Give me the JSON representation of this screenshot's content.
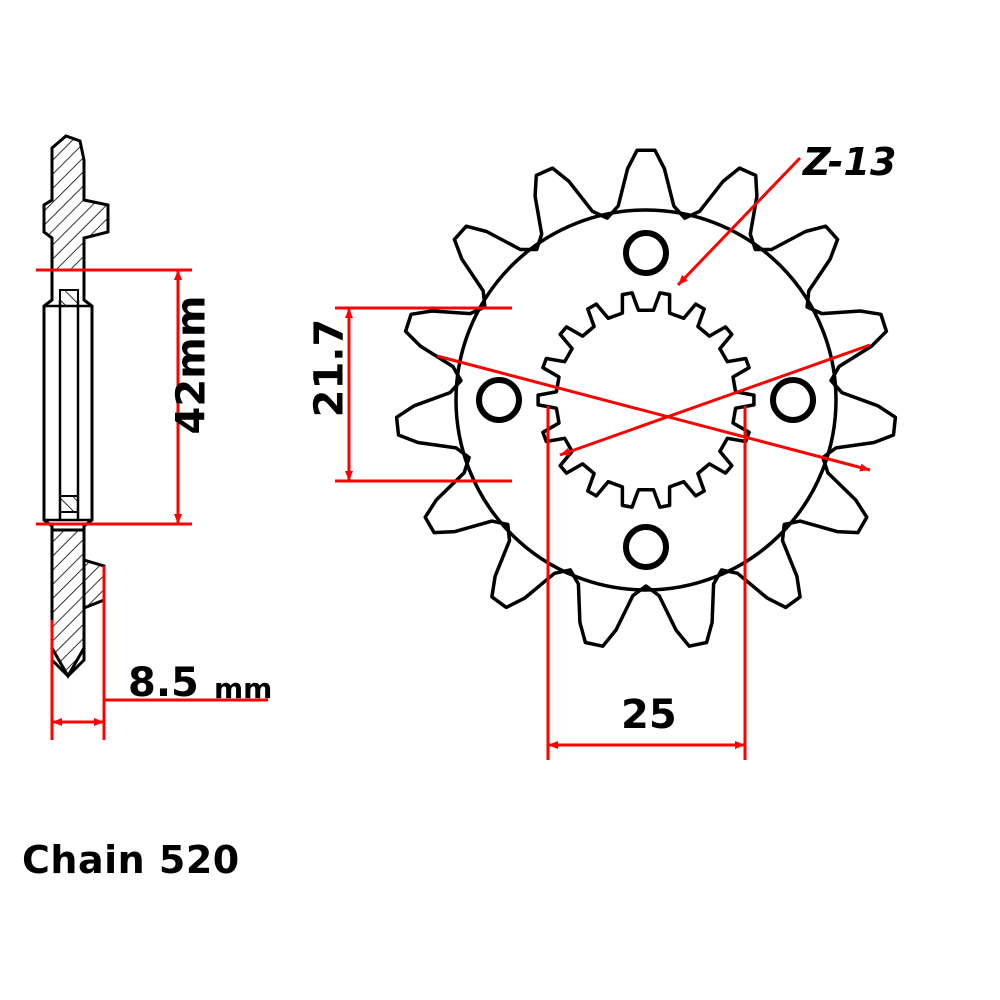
{
  "diagram": {
    "title_label": "Chain 520",
    "side_view": {
      "thickness_dimension": "42mm",
      "tooth_width_dimension": "8.5",
      "tooth_width_unit": "mm"
    },
    "front_view": {
      "bolt_hole_spacing": "21.7",
      "bore_dimension": "25",
      "part_callout": "Z-13"
    },
    "colors": {
      "outline": "#000000",
      "dimension": "#ff0000",
      "background": "#ffffff"
    },
    "geometry": {
      "sprocket_teeth": 15,
      "bolt_holes": 4
    }
  }
}
